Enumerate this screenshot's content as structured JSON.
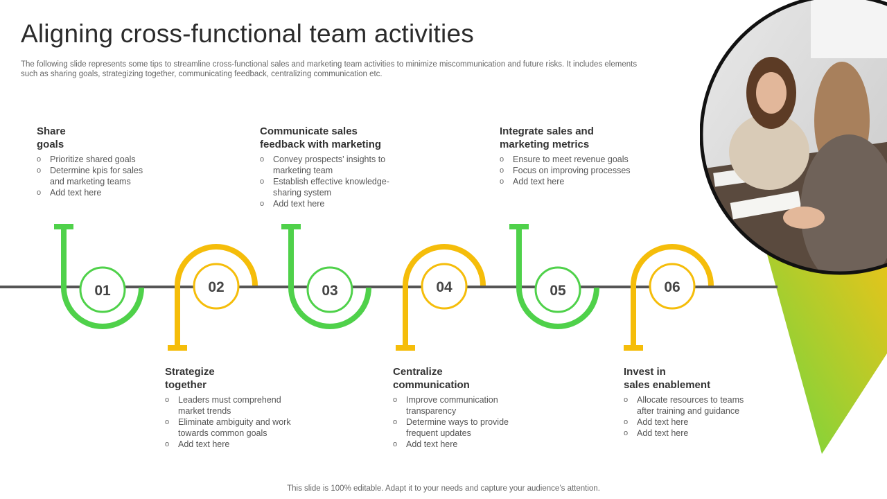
{
  "slide": {
    "title": "Aligning cross-functional team activities",
    "subtitle": "The following slide represents some tips to streamline cross-functional sales and marketing team activities to minimize miscommunication and future risks. It includes elements such as sharing goals, strategizing together, communicating feedback, centralizing communication etc.",
    "footer": "This slide is 100% editable. Adapt it to your needs and capture your audience’s attention."
  },
  "colors": {
    "green": "#4fd14a",
    "yellow": "#f5bd0a",
    "line": "#555555"
  },
  "steps": [
    {
      "number": "01",
      "title_l1": "Share",
      "title_l2": "goals",
      "bullets": [
        "Prioritize shared goals",
        "Determine kpis for sales and marketing teams",
        "Add text here"
      ]
    },
    {
      "number": "02",
      "title_l1": "Strategize",
      "title_l2": "together",
      "bullets": [
        "Leaders must comprehend market trends",
        "Eliminate ambiguity and work towards common goals",
        "Add text here"
      ]
    },
    {
      "number": "03",
      "title_l1": "Communicate sales",
      "title_l2": "feedback with marketing",
      "bullets": [
        "Convey prospects’ insights to marketing team",
        "Establish effective knowledge-sharing system",
        "Add text here"
      ]
    },
    {
      "number": "04",
      "title_l1": "Centralize",
      "title_l2": "communication",
      "bullets": [
        "Improve communication transparency",
        "Determine ways to provide frequent updates",
        "Add text here"
      ]
    },
    {
      "number": "05",
      "title_l1": "Integrate sales and",
      "title_l2": "marketing metrics",
      "bullets": [
        "Ensure to meet revenue goals",
        "Focus on improving processes",
        "Add text here"
      ]
    },
    {
      "number": "06",
      "title_l1": "Invest in",
      "title_l2": "sales enablement",
      "bullets": [
        "Allocate resources to teams after training and guidance",
        "Add text here",
        "Add text here"
      ]
    }
  ]
}
